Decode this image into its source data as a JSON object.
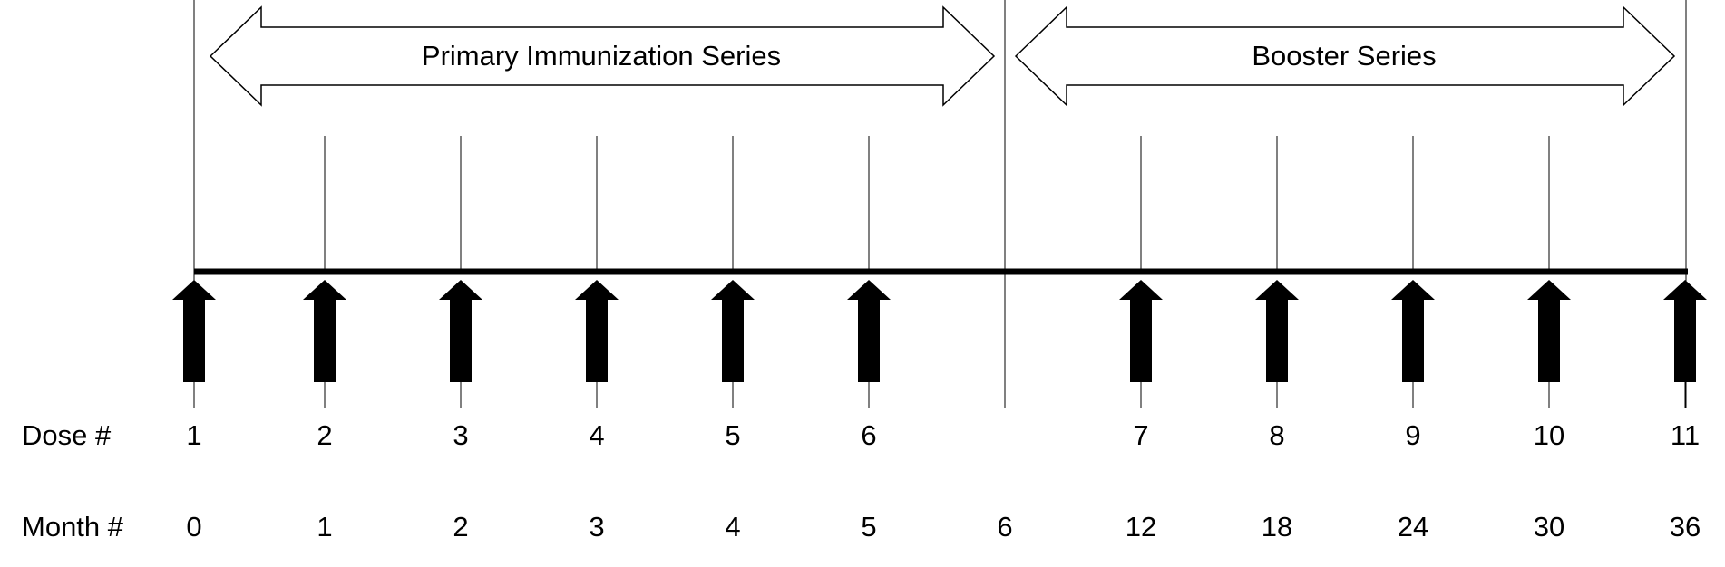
{
  "phases": [
    {
      "label": "Primary Immunization Series"
    },
    {
      "label": "Booster Series"
    }
  ],
  "row_labels": {
    "dose": "Dose #",
    "month": "Month #"
  },
  "doses": [
    {
      "dose": "1",
      "month": "0"
    },
    {
      "dose": "2",
      "month": "1"
    },
    {
      "dose": "3",
      "month": "2"
    },
    {
      "dose": "4",
      "month": "3"
    },
    {
      "dose": "5",
      "month": "4"
    },
    {
      "dose": "6",
      "month": "5"
    },
    {
      "dose": "",
      "month": "6"
    },
    {
      "dose": "7",
      "month": "12"
    },
    {
      "dose": "8",
      "month": "18"
    },
    {
      "dose": "9",
      "month": "24"
    },
    {
      "dose": "10",
      "month": "30"
    },
    {
      "dose": "11",
      "month": "36"
    }
  ],
  "colors": {
    "line": "#000000",
    "arrow_fill": "#000000",
    "phase_arrow_fill": "#ffffff"
  }
}
